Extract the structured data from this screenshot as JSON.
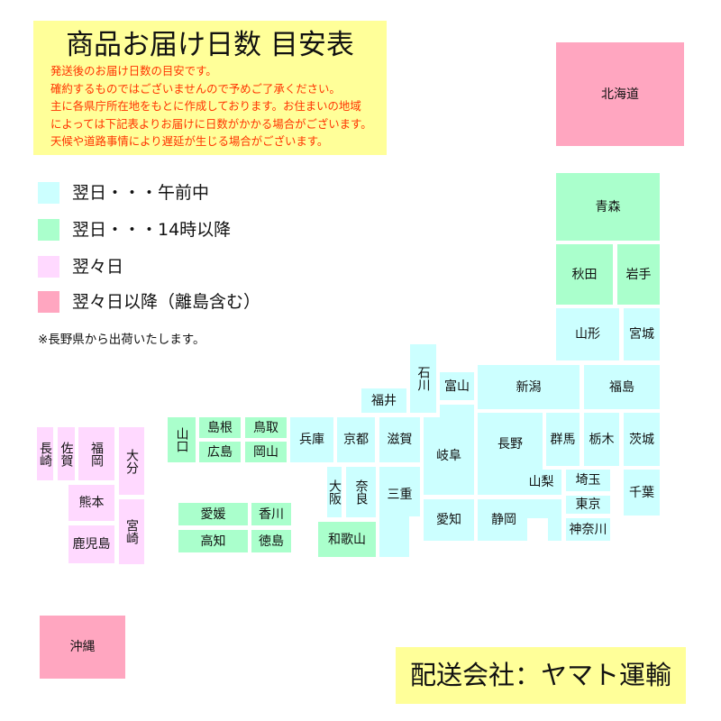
{
  "title_box": {
    "title": "商品お届け日数 目安表",
    "notes": [
      "発送後のお届け日数の目安です。",
      "確約するものではございませんので予めご了承ください。",
      "主に各県庁所在地をもとに作成しております。お住まいの地域",
      "によっては下記表よりお届けに日数がかかる場合がございます。",
      "天候や道路事情により遅延が生じる場合がございます。"
    ]
  },
  "legend": {
    "items": [
      {
        "tier": "next_am",
        "label": "翌日・・・午前中",
        "color": "#CCFFFF"
      },
      {
        "tier": "next_pm",
        "label": "翌日・・・14時以降",
        "color": "#AAFFCC"
      },
      {
        "tier": "day_after",
        "label": "翌々日",
        "color": "#FFD9FF"
      },
      {
        "tier": "later",
        "label": "翌々日以降（離島含む）",
        "color": "#FFA6C0"
      }
    ],
    "origin_note": "※長野県から出荷いたします。"
  },
  "map": {
    "prefectures": [
      {
        "id": "hokkaido",
        "name": "北海道",
        "tier": "later"
      },
      {
        "id": "aomori",
        "name": "青森",
        "tier": "next_pm"
      },
      {
        "id": "akita",
        "name": "秋田",
        "tier": "next_pm"
      },
      {
        "id": "iwate",
        "name": "岩手",
        "tier": "next_pm"
      },
      {
        "id": "yamagata",
        "name": "山形",
        "tier": "next_am"
      },
      {
        "id": "miyagi",
        "name": "宮城",
        "tier": "next_am"
      },
      {
        "id": "niigata",
        "name": "新潟",
        "tier": "next_am"
      },
      {
        "id": "fukushima",
        "name": "福島",
        "tier": "next_am"
      },
      {
        "id": "ishikawa",
        "name": "石川",
        "tier": "next_am"
      },
      {
        "id": "toyama",
        "name": "富山",
        "tier": "next_am"
      },
      {
        "id": "fukui",
        "name": "福井",
        "tier": "next_am"
      },
      {
        "id": "nagano",
        "name": "長野",
        "tier": "next_am"
      },
      {
        "id": "gunma",
        "name": "群馬",
        "tier": "next_am"
      },
      {
        "id": "tochigi",
        "name": "栃木",
        "tier": "next_am"
      },
      {
        "id": "ibaraki",
        "name": "茨城",
        "tier": "next_am"
      },
      {
        "id": "gifu",
        "name": "岐阜",
        "tier": "next_am"
      },
      {
        "id": "shiga",
        "name": "滋賀",
        "tier": "next_am"
      },
      {
        "id": "kyoto",
        "name": "京都",
        "tier": "next_am"
      },
      {
        "id": "hyogo",
        "name": "兵庫",
        "tier": "next_am"
      },
      {
        "id": "osaka",
        "name": "大阪",
        "tier": "next_am"
      },
      {
        "id": "nara",
        "name": "奈良",
        "tier": "next_am"
      },
      {
        "id": "mie",
        "name": "三重",
        "tier": "next_am"
      },
      {
        "id": "wakayama",
        "name": "和歌山",
        "tier": "next_pm"
      },
      {
        "id": "aichi",
        "name": "愛知",
        "tier": "next_am"
      },
      {
        "id": "shizuoka",
        "name": "静岡",
        "tier": "next_am"
      },
      {
        "id": "yamanashi",
        "name": "山梨",
        "tier": "next_am"
      },
      {
        "id": "saitama",
        "name": "埼玉",
        "tier": "next_am"
      },
      {
        "id": "tokyo",
        "name": "東京",
        "tier": "next_am"
      },
      {
        "id": "kanagawa",
        "name": "神奈川",
        "tier": "next_am"
      },
      {
        "id": "chiba",
        "name": "千葉",
        "tier": "next_am"
      },
      {
        "id": "yamaguchi",
        "name": "山口",
        "tier": "next_pm"
      },
      {
        "id": "shimane",
        "name": "島根",
        "tier": "next_pm"
      },
      {
        "id": "tottori",
        "name": "鳥取",
        "tier": "next_pm"
      },
      {
        "id": "hiroshima",
        "name": "広島",
        "tier": "next_pm"
      },
      {
        "id": "okayama",
        "name": "岡山",
        "tier": "next_pm"
      },
      {
        "id": "ehime",
        "name": "愛媛",
        "tier": "next_pm"
      },
      {
        "id": "kagawa",
        "name": "香川",
        "tier": "next_pm"
      },
      {
        "id": "kochi",
        "name": "高知",
        "tier": "next_pm"
      },
      {
        "id": "tokushima",
        "name": "徳島",
        "tier": "next_pm"
      },
      {
        "id": "nagasaki",
        "name": "長崎",
        "tier": "day_after"
      },
      {
        "id": "saga",
        "name": "佐賀",
        "tier": "day_after"
      },
      {
        "id": "fukuoka",
        "name": "福岡",
        "tier": "day_after"
      },
      {
        "id": "oita",
        "name": "大分",
        "tier": "day_after"
      },
      {
        "id": "kumamoto",
        "name": "熊本",
        "tier": "day_after"
      },
      {
        "id": "miyazaki",
        "name": "宮崎",
        "tier": "day_after"
      },
      {
        "id": "kagoshima",
        "name": "鹿児島",
        "tier": "day_after"
      },
      {
        "id": "okinawa",
        "name": "沖縄",
        "tier": "later"
      }
    ]
  },
  "carrier": {
    "label": "配送会社：ヤマト運輸"
  },
  "colors": {
    "title_box_bg": "#FFFF99",
    "notes_text": "#FF3300"
  }
}
